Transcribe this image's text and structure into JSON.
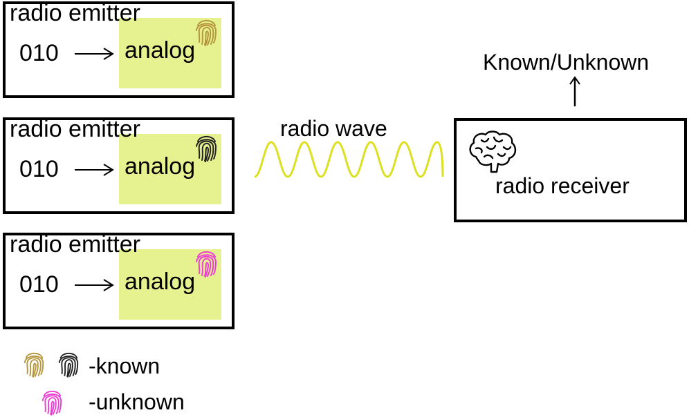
{
  "emitters": [
    {
      "title": "radio emitter",
      "code": "010",
      "analog": "analog",
      "fingerprint_color": "#b5963c"
    },
    {
      "title": "radio emitter",
      "code": "010",
      "analog": "analog",
      "fingerprint_color": "#222222"
    },
    {
      "title": "radio emitter",
      "code": "010",
      "analog": "analog",
      "fingerprint_color": "#ee3ed6"
    }
  ],
  "wave": {
    "label": "radio wave",
    "color": "#dce020"
  },
  "receiver": {
    "label": "radio receiver",
    "output": "Known/Unknown"
  },
  "legend": {
    "known": {
      "text": "-known",
      "colors": [
        "#b5963c",
        "#222222"
      ]
    },
    "unknown": {
      "text": "-unknown",
      "color": "#ee3ed6"
    }
  },
  "colors": {
    "analog_highlight": "#e6f28f"
  }
}
